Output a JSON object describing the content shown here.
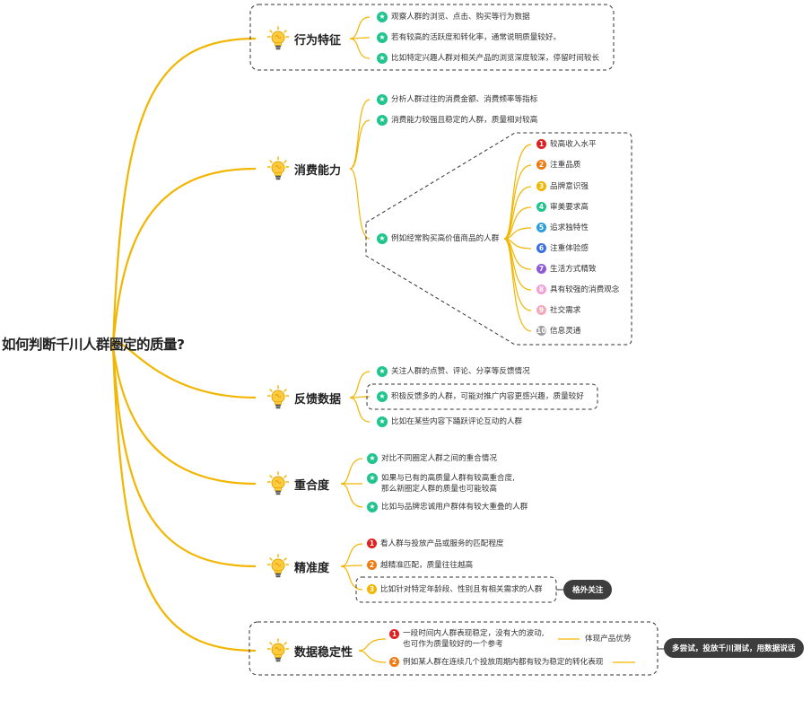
{
  "root": {
    "title": "如何判断千川人群圈定的质量?"
  },
  "branches": [
    {
      "label": "行为特征",
      "items": [
        "观察人群的浏览、点击、购买等行为数据",
        "若有较高的活跃度和转化率，通常说明质量较好。",
        "比如特定兴趣人群对相关产品的浏览深度较深，停留时间较长"
      ]
    },
    {
      "label": "消费能力",
      "items": [
        "分析人群过往的消费金额、消费频率等指标",
        "消费能力较强且稳定的人群，质量相对较高",
        "例如经常购买高价值商品的人群"
      ],
      "sub_items": [
        "较高收入水平",
        "注重品质",
        "品牌意识强",
        "审美要求高",
        "追求独特性",
        "注重体验感",
        "生活方式精致",
        "具有较强的消费观念",
        "社交需求",
        "信息灵通"
      ]
    },
    {
      "label": "反馈数据",
      "items": [
        "关注人群的点赞、评论、分享等反馈情况",
        "积极反馈多的人群，可能对推广内容更感兴趣，质量较好",
        "比如在某些内容下踊跃评论互动的人群"
      ]
    },
    {
      "label": "重合度",
      "items": [
        "对比不同圈定人群之间的重合情况",
        "如果与已有的高质量人群有较高重合度,\n那么新圈定人群的质量也可能较高",
        "比如与品牌忠诚用户群体有较大重叠的人群"
      ]
    },
    {
      "label": "精准度",
      "items": [
        "看人群与投放产品或服务的匹配程度",
        "越精准匹配，质量往往越高",
        "比如针对特定年龄段、性别且有相关需求的人群"
      ],
      "tag": "格外关注"
    },
    {
      "label": "数据稳定性",
      "items": [
        "一段时间内人群表现稳定，没有大的波动,\n也可作为质量较好的一个参考",
        "例如某人群在连续几个投放周期内都有较为稳定的转化表现"
      ],
      "note": "体现产品优势",
      "tag": "多尝试，投放千川测试，用数据说话"
    }
  ],
  "colors": {
    "connector": "#f2b500",
    "star": "#21c48e",
    "pill": "#3d3d3d",
    "numbers": [
      "#e02020",
      "#f07a10",
      "#f2b500",
      "#21c48e",
      "#2d9cdb",
      "#3b6fe0",
      "#8e5bd8",
      "#f4a0d8",
      "#f4a8b8",
      "#9e9e9e"
    ]
  },
  "icons": {
    "branch": "lightbulb-icon",
    "leaf": "star-icon",
    "ordinal": "number-circle-icon"
  }
}
